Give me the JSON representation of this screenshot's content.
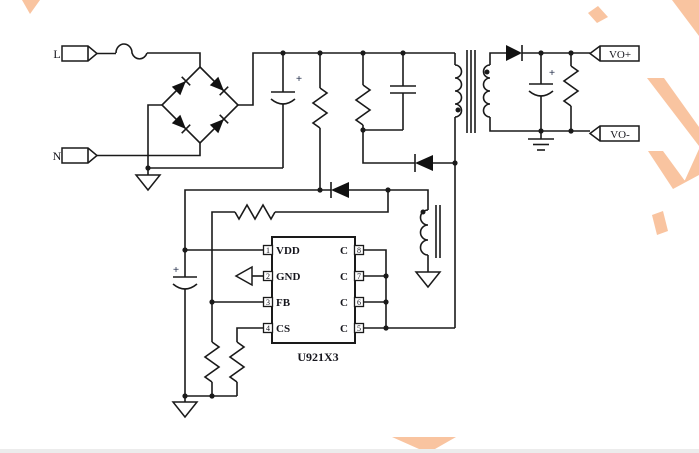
{
  "page": {
    "wire_color": "#1a1a1a",
    "watermark_color": "#f9c4a0",
    "background": "#ffffff"
  },
  "schematic": {
    "polarity_mark": "+",
    "input_terminals": [
      {
        "label": "L"
      },
      {
        "label": "N"
      }
    ],
    "output_terminals": [
      {
        "label": "VO+"
      },
      {
        "label": "VO-"
      }
    ],
    "ic": {
      "part_number": "U921X3",
      "pins_left": [
        {
          "number": "1",
          "name": "VDD"
        },
        {
          "number": "2",
          "name": "GND"
        },
        {
          "number": "3",
          "name": "FB"
        },
        {
          "number": "4",
          "name": "CS"
        }
      ],
      "pins_right": [
        {
          "number": "8",
          "name": "C"
        },
        {
          "number": "7",
          "name": "C"
        },
        {
          "number": "6",
          "name": "C"
        },
        {
          "number": "5",
          "name": "C"
        }
      ]
    }
  }
}
